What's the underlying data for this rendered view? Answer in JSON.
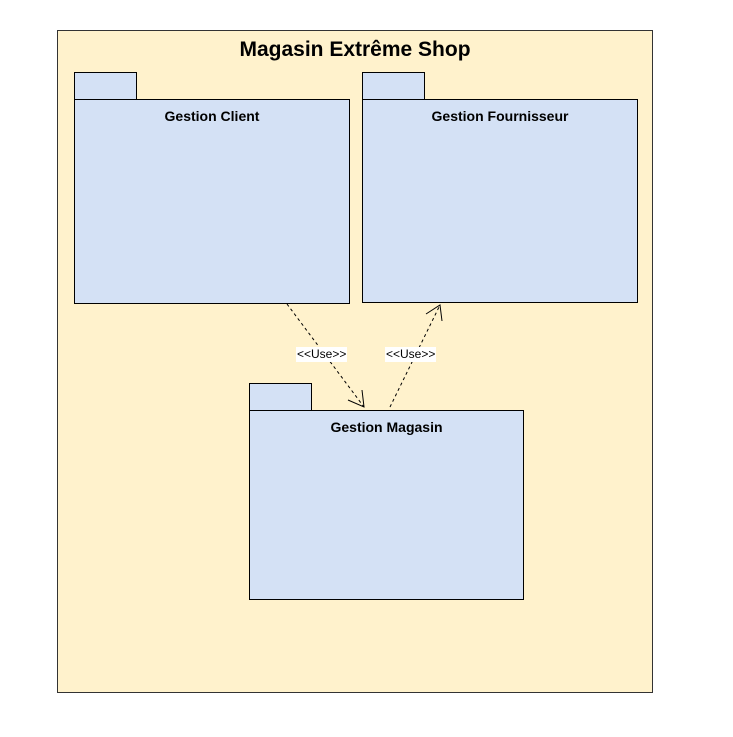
{
  "diagram": {
    "title": "Magasin Extrême Shop",
    "packages": [
      {
        "id": "client",
        "label": "Gestion Client"
      },
      {
        "id": "fournisseur",
        "label": "Gestion Fournisseur"
      },
      {
        "id": "magasin",
        "label": "Gestion Magasin"
      }
    ],
    "dependencies": [
      {
        "from": "Gestion Client",
        "to": "Gestion Magasin",
        "label": "<<Use>>"
      },
      {
        "from": "Gestion Magasin",
        "to": "Gestion Fournisseur",
        "label": "<<Use>>"
      }
    ],
    "colors": {
      "frame_fill": "#fff2cc",
      "package_fill": "#d4e1f5",
      "border": "#000000"
    }
  }
}
